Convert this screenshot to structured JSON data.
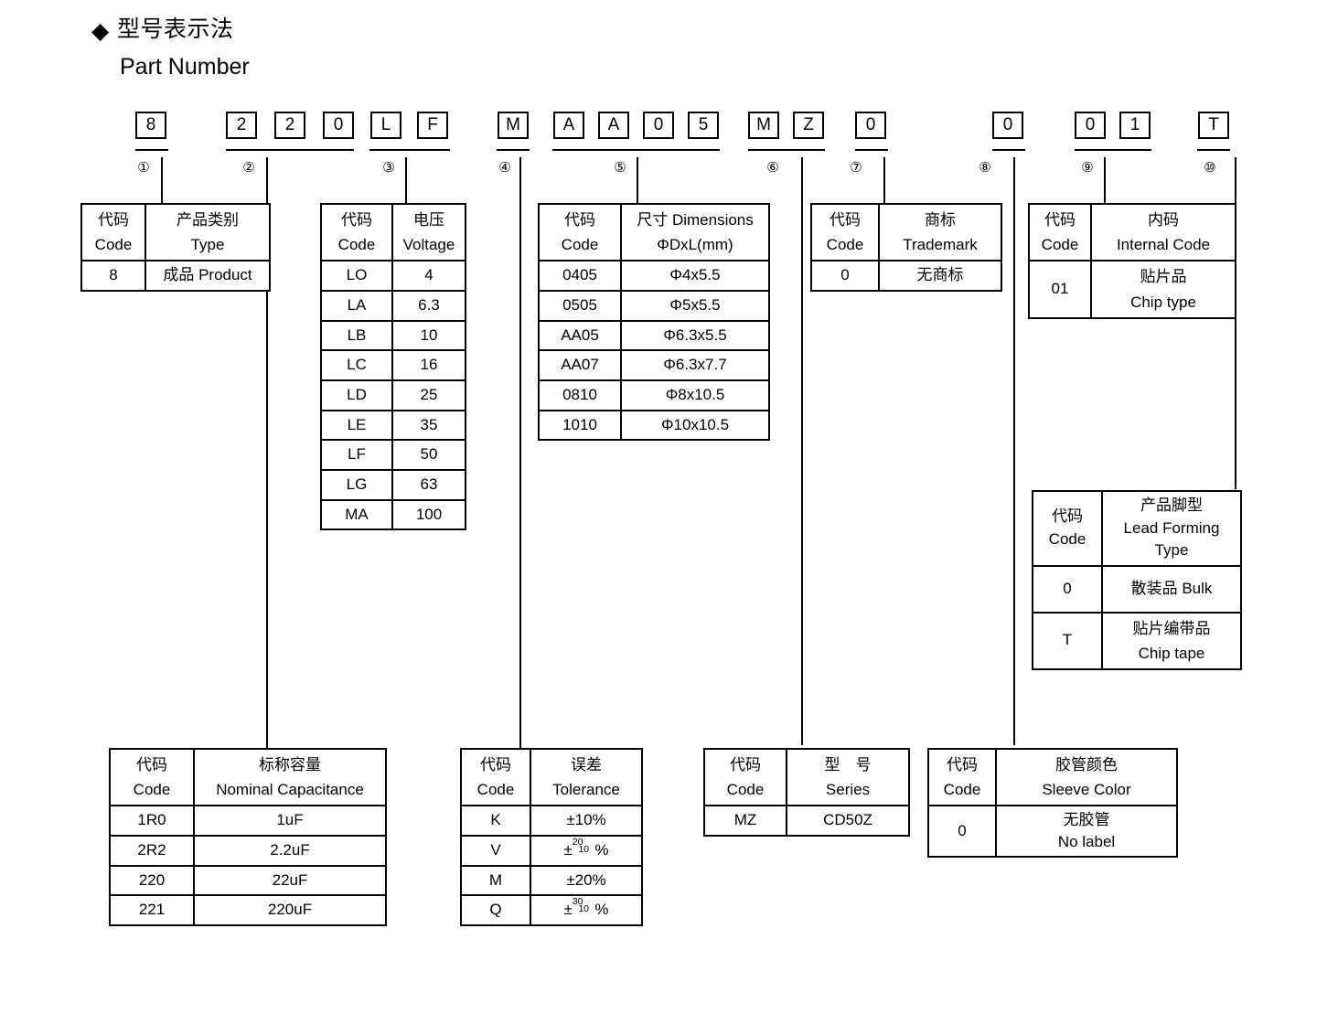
{
  "header": {
    "diamond_icon": "◆",
    "title_cn": "型号表示法",
    "title_en": "Part Number"
  },
  "part_number": {
    "groups": [
      {
        "num": "①",
        "chars": [
          "8"
        ]
      },
      {
        "num": "②",
        "chars": [
          "2",
          "2",
          "0"
        ]
      },
      {
        "num": "③",
        "chars": [
          "L",
          "F"
        ]
      },
      {
        "num": "④",
        "chars": [
          "M"
        ]
      },
      {
        "num": "⑤",
        "chars": [
          "A",
          "A",
          "0",
          "5"
        ]
      },
      {
        "num": "⑥",
        "chars": [
          "M",
          "Z"
        ]
      },
      {
        "num": "⑦",
        "chars": [
          "0"
        ]
      },
      {
        "num": "⑧",
        "chars": [
          "0"
        ]
      },
      {
        "num": "⑨",
        "chars": [
          "0",
          "1"
        ]
      },
      {
        "num": "⑩",
        "chars": [
          "T"
        ]
      }
    ]
  },
  "tables": {
    "type": {
      "header": {
        "code_cn": "代码",
        "code_en": "Code",
        "value_cn": "产品类别",
        "value_en": "Type"
      },
      "rows": [
        {
          "code": "8",
          "value": "成品 Product"
        }
      ]
    },
    "voltage": {
      "header": {
        "code_cn": "代码",
        "code_en": "Code",
        "value_cn": "电压",
        "value_en": "Voltage"
      },
      "rows": [
        {
          "code": "LO",
          "value": "4"
        },
        {
          "code": "LA",
          "value": "6.3"
        },
        {
          "code": "LB",
          "value": "10"
        },
        {
          "code": "LC",
          "value": "16"
        },
        {
          "code": "LD",
          "value": "25"
        },
        {
          "code": "LE",
          "value": "35"
        },
        {
          "code": "LF",
          "value": "50"
        },
        {
          "code": "LG",
          "value": "63"
        },
        {
          "code": "MA",
          "value": "100"
        }
      ]
    },
    "dimensions": {
      "header": {
        "code_cn": "代码",
        "code_en": "Code",
        "value_cn": "尺寸 Dimensions",
        "value_en": "ΦDxL(mm)"
      },
      "rows": [
        {
          "code": "0405",
          "value": "Φ4x5.5"
        },
        {
          "code": "0505",
          "value": "Φ5x5.5"
        },
        {
          "code": "AA05",
          "value": "Φ6.3x5.5"
        },
        {
          "code": "AA07",
          "value": "Φ6.3x7.7"
        },
        {
          "code": "0810",
          "value": "Φ8x10.5"
        },
        {
          "code": "1010",
          "value": "Φ10x10.5"
        }
      ]
    },
    "trademark": {
      "header": {
        "code_cn": "代码",
        "code_en": "Code",
        "value_cn": "商标",
        "value_en": "Trademark"
      },
      "rows": [
        {
          "code": "0",
          "value": "无商标"
        }
      ]
    },
    "internal_code": {
      "header": {
        "code_cn": "代码",
        "code_en": "Code",
        "value_cn": "内码",
        "value_en": "Internal Code"
      },
      "rows": [
        {
          "code": "01",
          "value_cn": "贴片品",
          "value_en": "Chip type"
        }
      ]
    },
    "lead_forming": {
      "header": {
        "code_cn": "代码",
        "code_en": "Code",
        "value_cn": "产品脚型",
        "value_en": "Lead Forming",
        "value_en2": "Type"
      },
      "rows": [
        {
          "code": "0",
          "value_cn": "散装品 Bulk",
          "value_en": ""
        },
        {
          "code": "T",
          "value_cn": "贴片编带品",
          "value_en": "Chip tape"
        }
      ]
    },
    "capacitance": {
      "header": {
        "code_cn": "代码",
        "code_en": "Code",
        "value_cn": "标称容量",
        "value_en": "Nominal Capacitance"
      },
      "rows": [
        {
          "code": "1R0",
          "value": "1uF"
        },
        {
          "code": "2R2",
          "value": "2.2uF"
        },
        {
          "code": "220",
          "value": "22uF"
        },
        {
          "code": "221",
          "value": "220uF"
        }
      ]
    },
    "tolerance": {
      "header": {
        "code_cn": "代码",
        "code_en": "Code",
        "value_cn": "误差",
        "value_en": "Tolerance"
      },
      "rows": [
        {
          "code": "K",
          "value": "±10%",
          "sup": "",
          "sub": ""
        },
        {
          "code": "V",
          "value": "",
          "prefix": "±",
          "sup": "20",
          "sub": "10",
          "suffix": "%"
        },
        {
          "code": "M",
          "value": "±20%",
          "sup": "",
          "sub": ""
        },
        {
          "code": "Q",
          "value": "",
          "prefix": "±",
          "sup": "30",
          "sub": "10",
          "suffix": "%"
        }
      ]
    },
    "series": {
      "header": {
        "code_cn": "代码",
        "code_en": "Code",
        "value_cn": "型　号",
        "value_en": "Series"
      },
      "rows": [
        {
          "code": "MZ",
          "value": "CD50Z"
        }
      ]
    },
    "sleeve_color": {
      "header": {
        "code_cn": "代码",
        "code_en": "Code",
        "value_cn": "胶管颜色",
        "value_en": "Sleeve Color"
      },
      "rows": [
        {
          "code": "0",
          "value_cn": "无胶管",
          "value_en": "No label"
        }
      ]
    }
  }
}
